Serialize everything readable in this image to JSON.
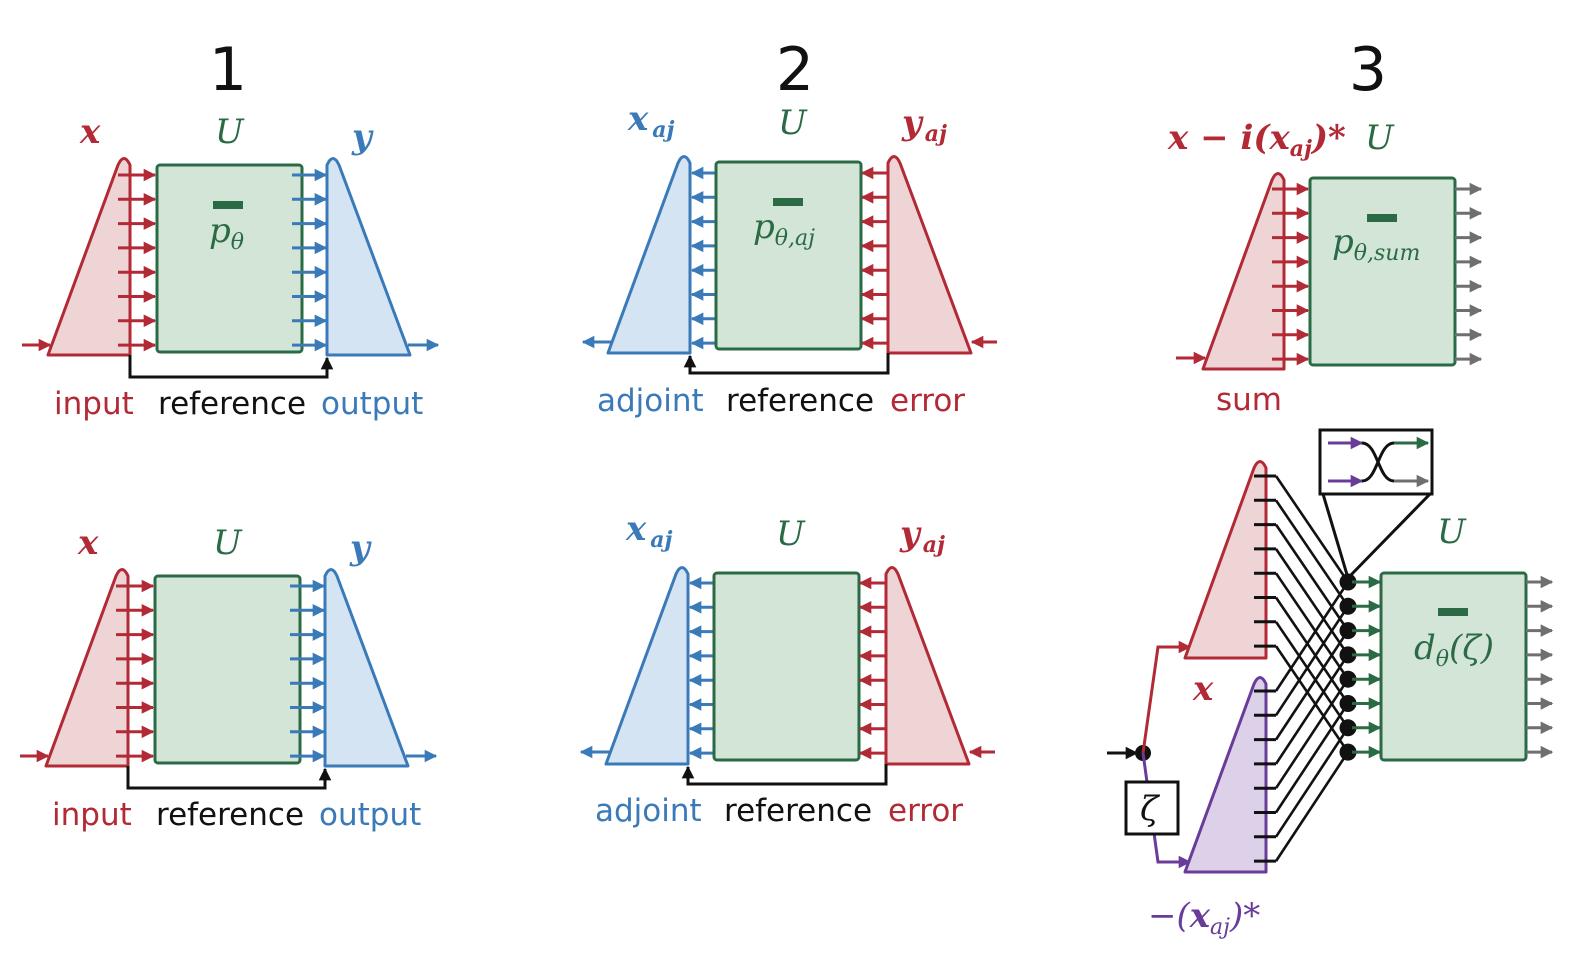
{
  "colors": {
    "red": "#b22a35",
    "red_fill": "#efd4d6",
    "blue": "#3a7ab9",
    "blue_fill": "#d5e4f2",
    "green": "#2a6b45",
    "green_fill": "#d3e5d7",
    "purple": "#6a3c99",
    "purple_fill": "#ddd1ea",
    "gray": "#6f6f6f",
    "black": "#111111"
  },
  "panel1": {
    "number": "1",
    "top": {
      "in_symbol": "x",
      "unitary": "U",
      "param": "p",
      "param_sub": "θ",
      "out_symbol": "y",
      "label_input": "input",
      "label_reference": "reference",
      "label_output": "output"
    },
    "bottom": {
      "in_symbol": "x",
      "unitary": "U",
      "out_symbol": "y",
      "label_input": "input",
      "label_reference": "reference",
      "label_output": "output"
    }
  },
  "panel2": {
    "number": "2",
    "top": {
      "left_symbol": "x",
      "left_sub": "aj",
      "unitary": "U",
      "param": "p",
      "param_sub": "θ,aj",
      "right_symbol": "y",
      "right_sub": "aj",
      "label_adjoint": "adjoint",
      "label_reference": "reference",
      "label_error": "error"
    },
    "bottom": {
      "left_symbol": "x",
      "left_sub": "aj",
      "unitary": "U",
      "right_symbol": "y",
      "right_sub": "aj",
      "label_adjoint": "adjoint",
      "label_reference": "reference",
      "label_error": "error"
    }
  },
  "panel3": {
    "number": "3",
    "top": {
      "expr_x": "x",
      "expr_minus_i": " − i(",
      "expr_xaj": "x",
      "expr_sub": "aj",
      "expr_close": ")*",
      "unitary": "U",
      "param": "p",
      "param_sub": "θ,sum",
      "label_sum": "sum"
    },
    "bottom": {
      "zeta": "ζ",
      "in_symbol": "x",
      "neg_open": "−(",
      "neg_x": "x",
      "neg_sub": "aj",
      "neg_close": ")*",
      "unitary": "U",
      "param": "d",
      "param_sub": "θ",
      "param_arg": "(ζ)"
    }
  }
}
